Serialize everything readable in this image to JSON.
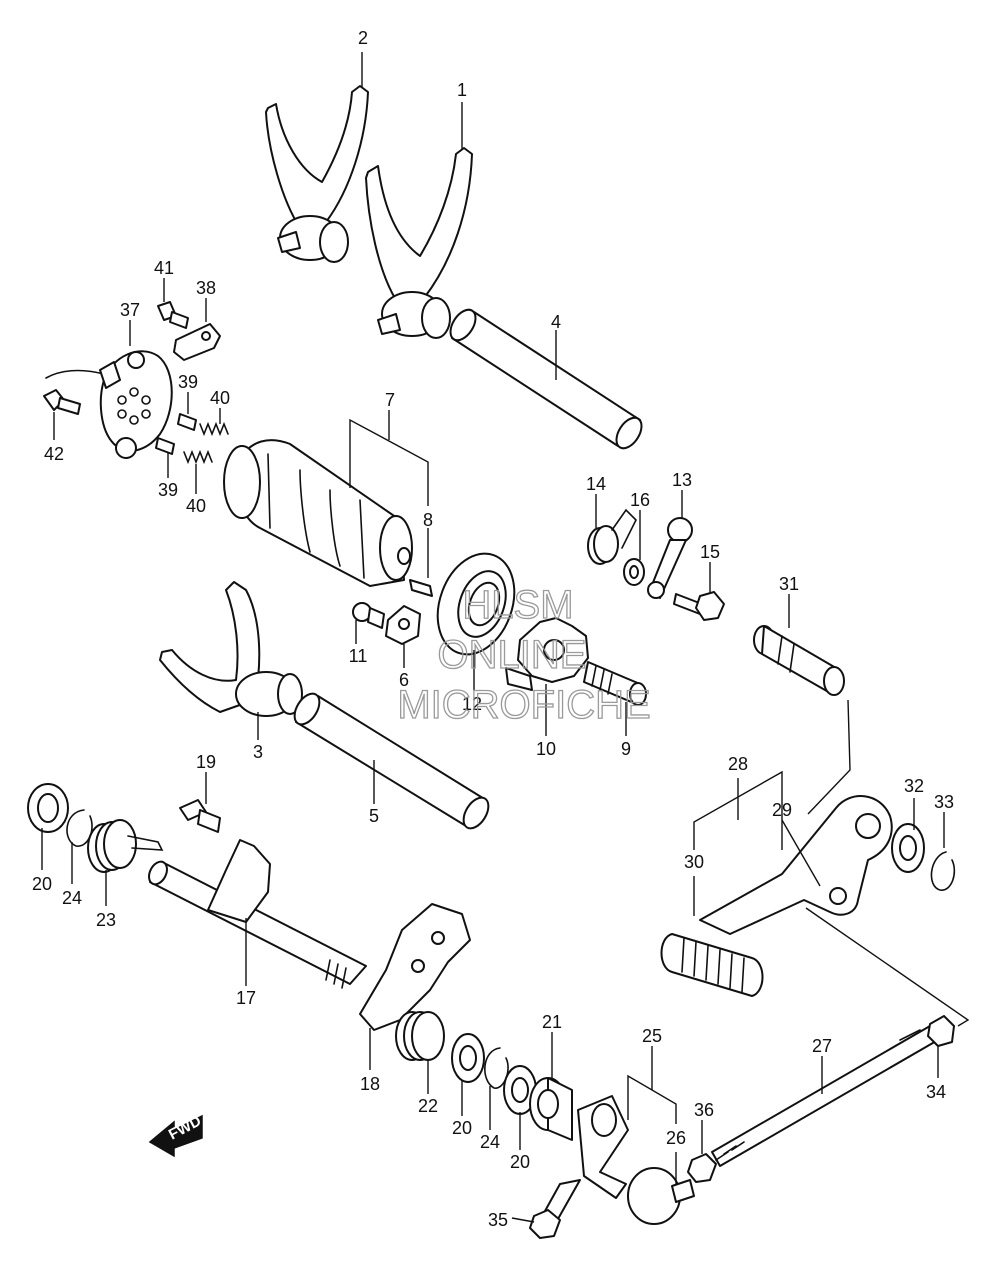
{
  "watermark": {
    "line1": "HLSM",
    "line2": "ONLINE",
    "line3": "MICROFICHE"
  },
  "fwd_label": "FWD",
  "callouts": {
    "c1": "1",
    "c2": "2",
    "c3": "3",
    "c4": "4",
    "c5": "5",
    "c6": "6",
    "c7": "7",
    "c8": "8",
    "c9": "9",
    "c10": "10",
    "c11": "11",
    "c12": "12",
    "c13": "13",
    "c14": "14",
    "c15": "15",
    "c16": "16",
    "c17": "17",
    "c18": "18",
    "c19": "19",
    "c20a": "20",
    "c20b": "20",
    "c20c": "20",
    "c21": "21",
    "c22": "22",
    "c23": "23",
    "c24a": "24",
    "c24b": "24",
    "c25": "25",
    "c26": "26",
    "c27": "27",
    "c28": "28",
    "c29": "29",
    "c30": "30",
    "c31": "31",
    "c32": "32",
    "c33": "33",
    "c34": "34",
    "c35": "35",
    "c36": "36",
    "c37": "37",
    "c38": "38",
    "c39a": "39",
    "c39b": "39",
    "c40a": "40",
    "c40b": "40",
    "c41": "41",
    "c42": "42"
  }
}
